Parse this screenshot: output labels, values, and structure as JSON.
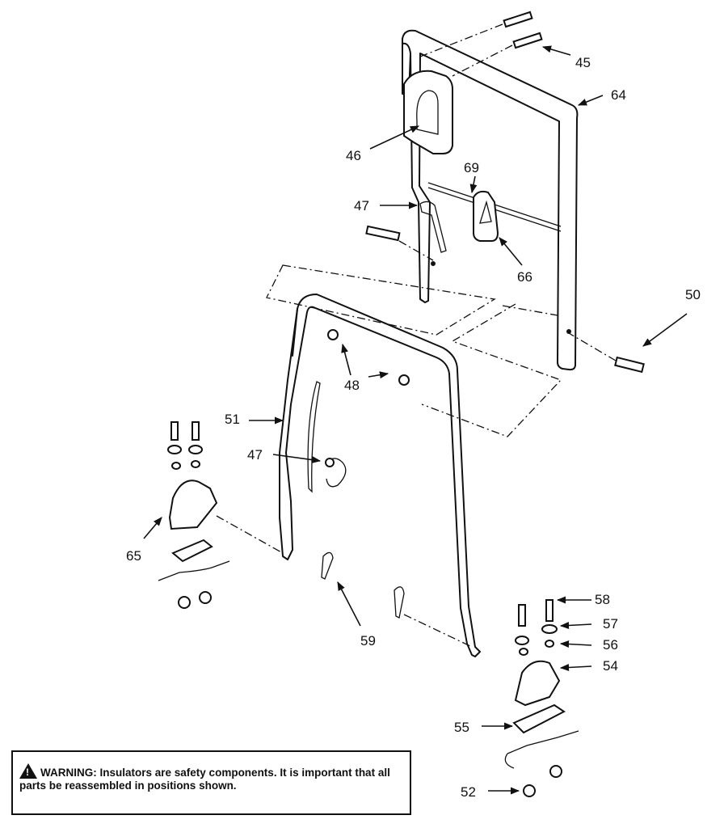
{
  "labels": {
    "p45": "45",
    "p64": "64",
    "p46": "46",
    "p69": "69",
    "p47a": "47",
    "p66": "66",
    "p50": "50",
    "p48": "48",
    "p51": "51",
    "p47b": "47",
    "p65": "65",
    "p59": "59",
    "p58": "58",
    "p57": "57",
    "p56": "56",
    "p54": "54",
    "p55": "55",
    "p52": "52"
  },
  "warning": {
    "prefix": "WARNING:",
    "text": " Insulators are safety components. It is important that all parts be reassembled in positions shown.",
    "icon": "warning-triangle-icon"
  }
}
